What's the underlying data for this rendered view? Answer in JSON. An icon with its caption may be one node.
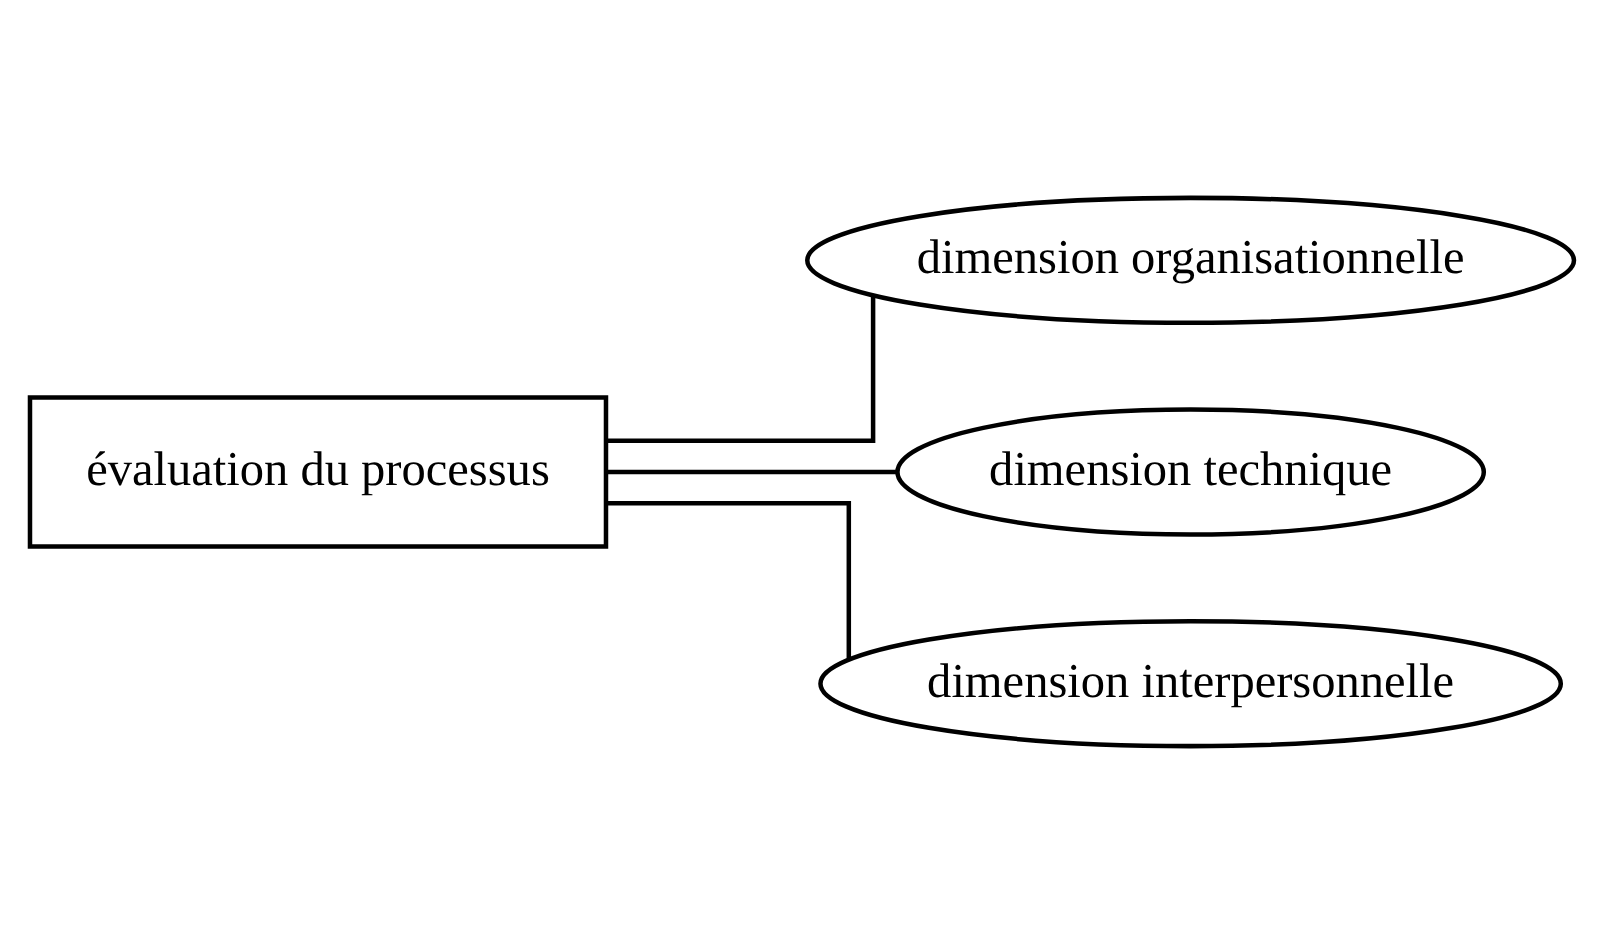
{
  "diagram": {
    "nodes": [
      {
        "text": [
          "évaluation du processus"
        ]
      },
      {
        "text": [
          "dimension organisationnelle"
        ]
      },
      {
        "text": [
          "dimension technique"
        ]
      },
      {
        "text": [
          "dimension interpersonnelle"
        ]
      }
    ],
    "edges": [
      {
        "from": 0,
        "to": 1,
        "arrow": "none"
      },
      {
        "from": 0,
        "to": 2,
        "arrow": "none"
      },
      {
        "from": 0,
        "to": 3,
        "arrow": "none"
      }
    ]
  }
}
